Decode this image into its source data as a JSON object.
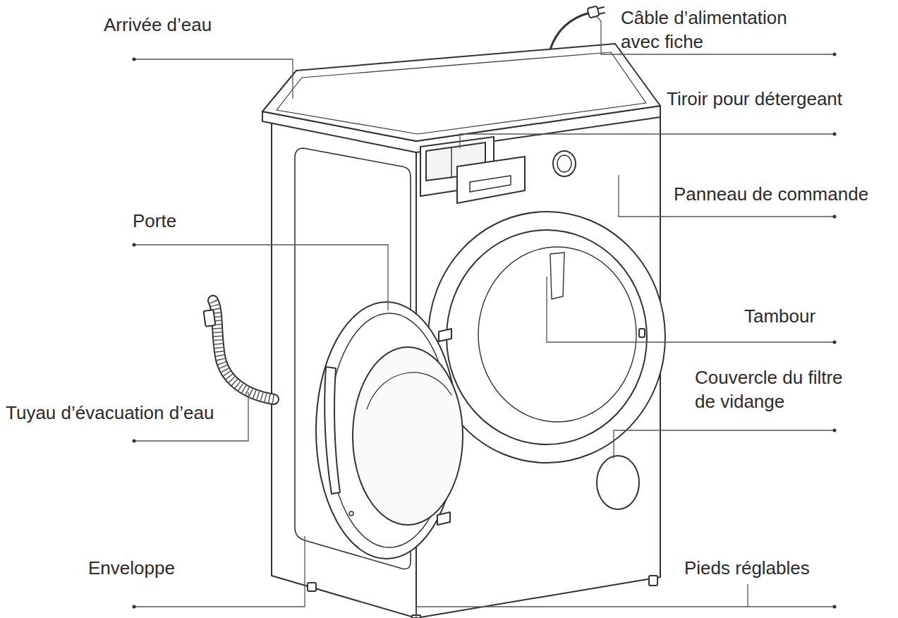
{
  "diagram": {
    "labels": [
      "Arrivée d’eau",
      "Câble d’alimentation avec fiche",
      "Tiroir pour détergeant",
      "Panneau de commande",
      "Porte",
      "Tambour",
      "Tuyau d’évacuation d’eau",
      "Couvercle du filtre de vidange",
      "Enveloppe",
      "Pieds réglables"
    ]
  }
}
